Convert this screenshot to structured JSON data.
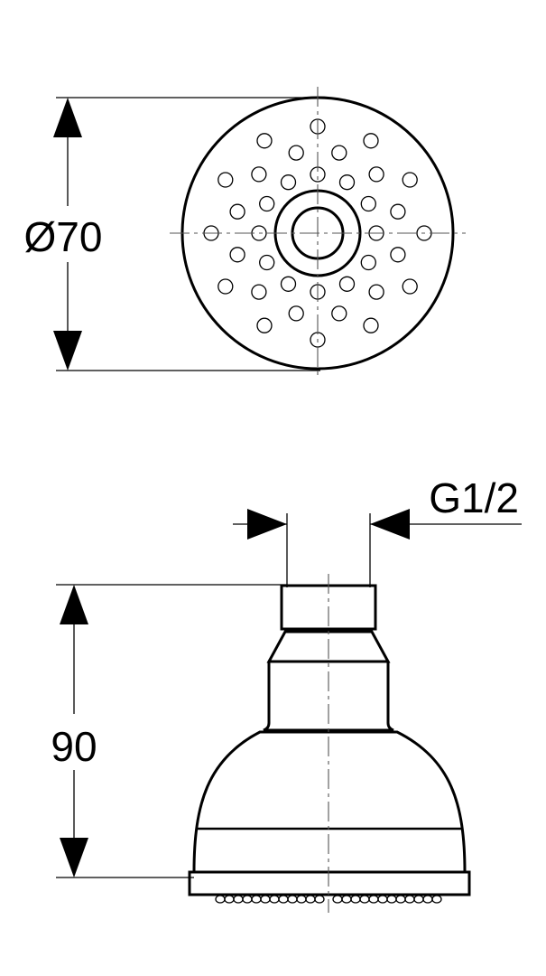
{
  "top_view": {
    "diameter_label": "Ø70"
  },
  "side_view": {
    "thread_label": "G1/2",
    "height_label": "90"
  },
  "colors": {
    "ink": "#000000",
    "background": "#ffffff"
  }
}
